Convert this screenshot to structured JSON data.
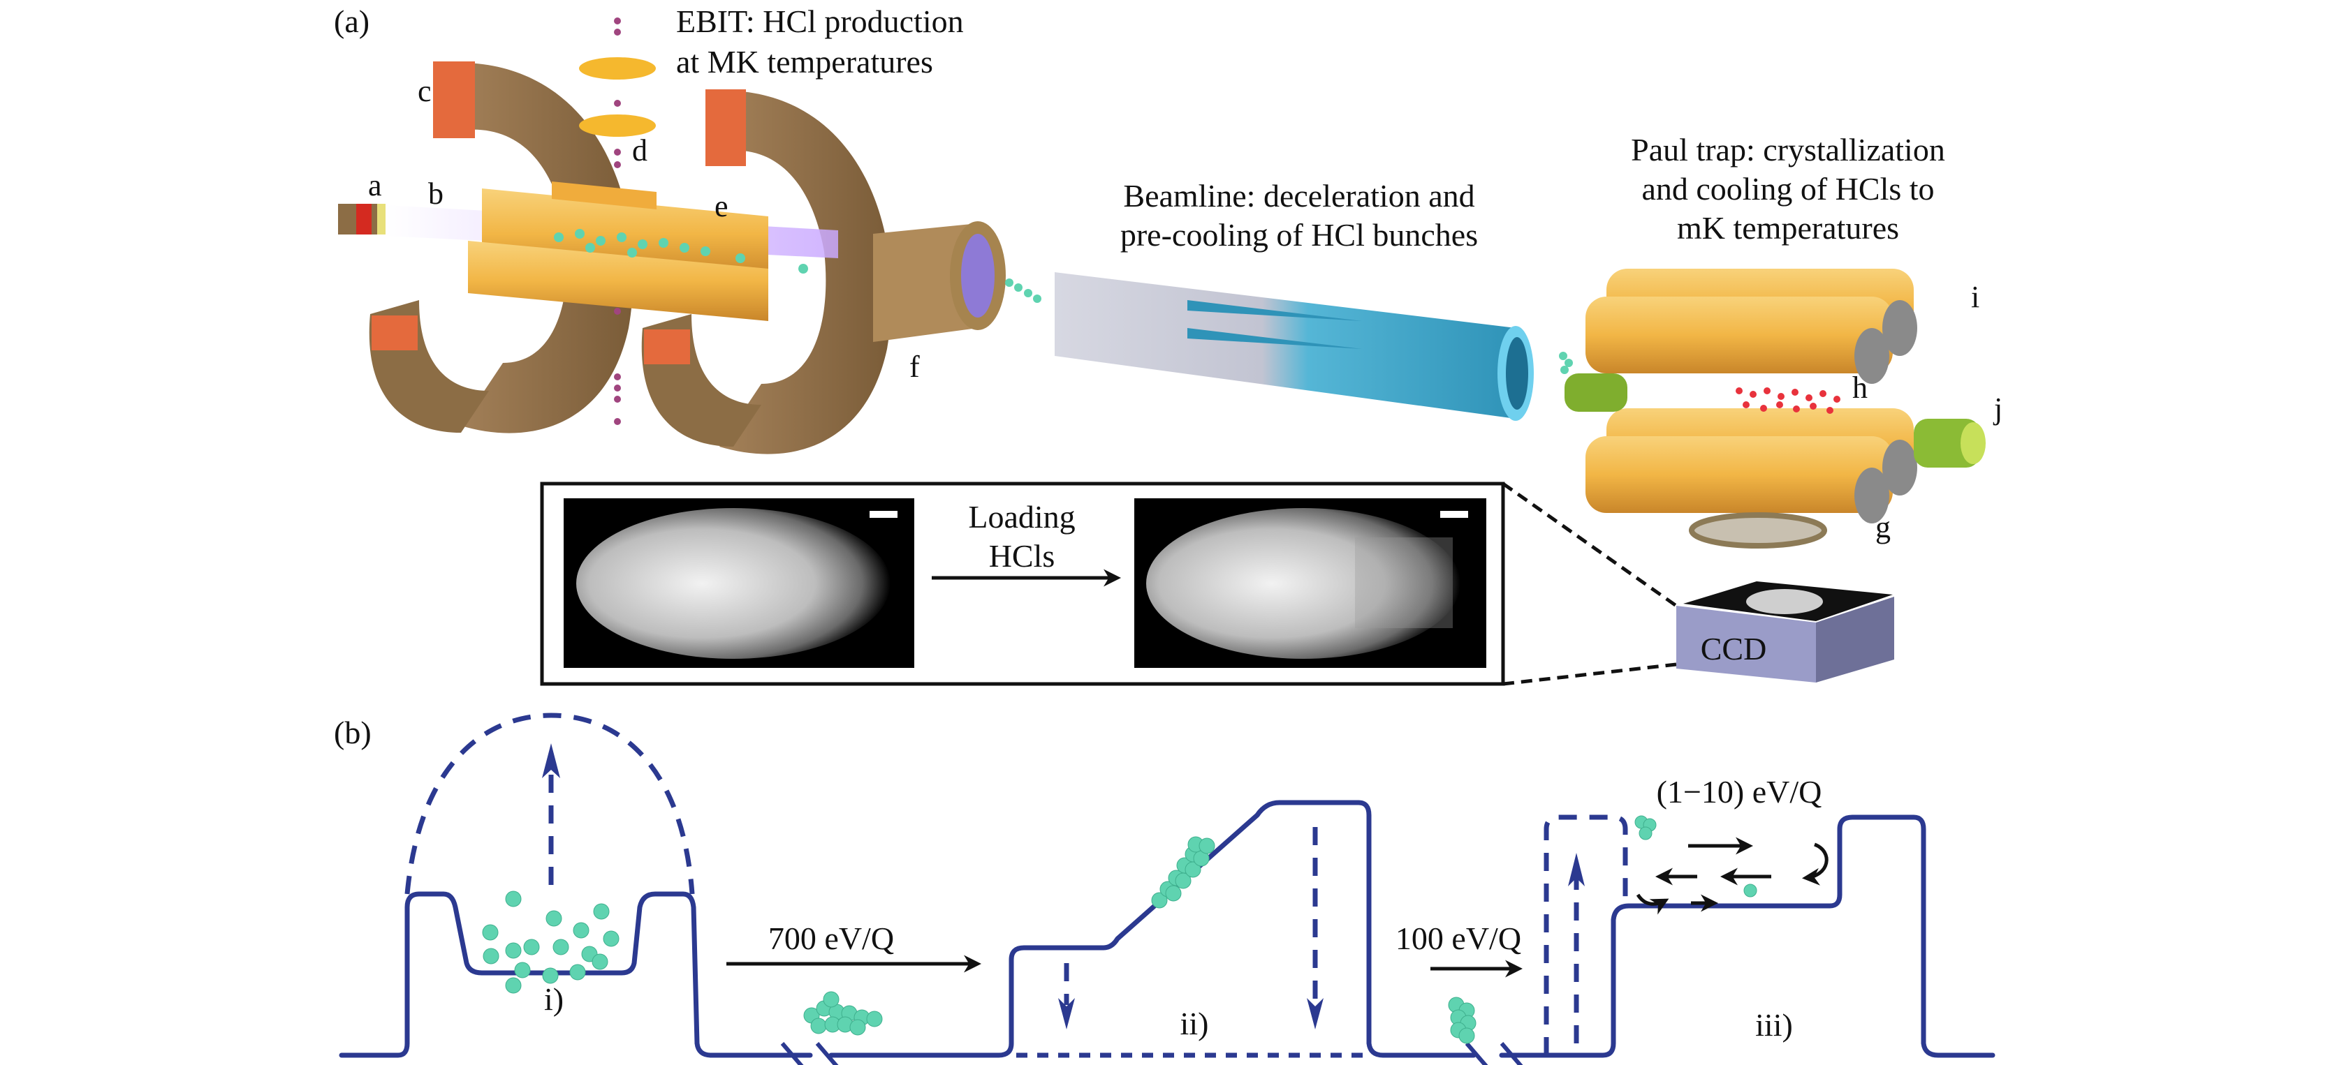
{
  "panel_a": {
    "label": "(a)",
    "ebit_caption": [
      "EBIT: HCl production",
      "at MK temperatures"
    ],
    "beamline_caption": [
      "Beamline: deceleration and",
      "pre-cooling of HCl bunches"
    ],
    "paul_trap_caption": [
      "Paul trap: crystallization",
      "and cooling of HCls to",
      "mK temperatures"
    ],
    "component_labels": {
      "a": "a",
      "b": "b",
      "c": "c",
      "d": "d",
      "e": "e",
      "f": "f",
      "g": "g",
      "h": "h",
      "i": "i",
      "j": "j"
    },
    "inset": {
      "loading_text": [
        "Loading",
        "HCls"
      ]
    },
    "ccd_label": "CCD"
  },
  "panel_b": {
    "label": "(b)",
    "stage_labels": [
      "i)",
      "ii)",
      "iii)"
    ],
    "energy_labels": [
      "700 eV/Q",
      "100 eV/Q",
      "(1−10) eV/Q"
    ]
  },
  "colors": {
    "potential_line": "#2b3990",
    "ion": "#5fd3b0",
    "magnet": "#8c6d45",
    "coil": "#e46a3d",
    "electrode_gold": "#f2b646",
    "beamline_blue": "#3aa6c9",
    "beamline_grey": "#c9cad6",
    "ccd_face": "#9a9cc8",
    "laser_green": "#7fae2e",
    "trapped_ion_red": "#e8323c"
  }
}
